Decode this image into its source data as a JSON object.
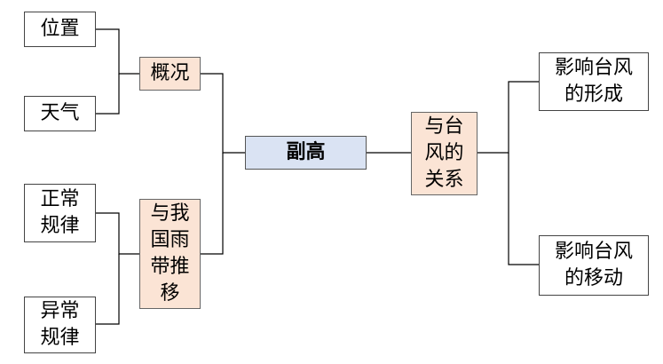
{
  "center": {
    "label": "副高"
  },
  "left": {
    "overview": {
      "label": "概况",
      "children": [
        "位置",
        "天气"
      ]
    },
    "rainband": {
      "label": "与我\n国雨\n带推\n移",
      "children": [
        "正常\n规律",
        "异常\n规律"
      ]
    }
  },
  "right": {
    "typhoon": {
      "label": "与台\n风的\n关系",
      "children": [
        "影响台风\n的形成",
        "影响台风\n的移动"
      ]
    }
  },
  "colors": {
    "center_fill": "#dae3f3",
    "branch_fill": "#fbe4d5",
    "line": "#000000"
  }
}
